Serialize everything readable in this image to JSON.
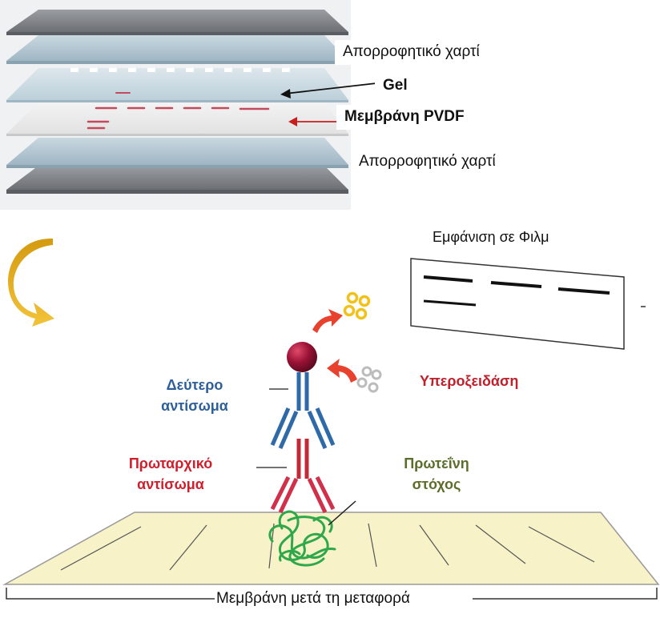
{
  "stack": {
    "top_paper_label": "Απορροφητικό χαρτί",
    "gel_label": "Gel",
    "membrane_label": "Μεμβράνη PVDF",
    "bottom_paper_label": "Απορροφητικό χαρτί"
  },
  "film": {
    "title": "Εμφάνιση σε Φιλμ"
  },
  "antibody": {
    "secondary_line1": "Δεύτερο",
    "secondary_line2": "αντίσωμα",
    "primary_line1": "Πρωταρχικό",
    "primary_line2": "αντίσωμα",
    "enzyme_label": "Υπεροξειδάση",
    "target_line1": "Πρωτεΐνη",
    "target_line2": "στόχος"
  },
  "membrane_caption": "Μεμβράνη μετά τη μεταφορά",
  "colors": {
    "secondary_antibody": "#2f6aa8",
    "primary_antibody": "#d02a3a",
    "target_protein": "#2ea84a",
    "enzyme": "#8c1030",
    "secondary_text": "#2e5f9a",
    "primary_text": "#d01f2c",
    "target_text": "#5a6e2a",
    "enzyme_text": "#c0202c",
    "membrane_fill": "#f7f2c8",
    "curved_arrow": "#e8a816"
  }
}
